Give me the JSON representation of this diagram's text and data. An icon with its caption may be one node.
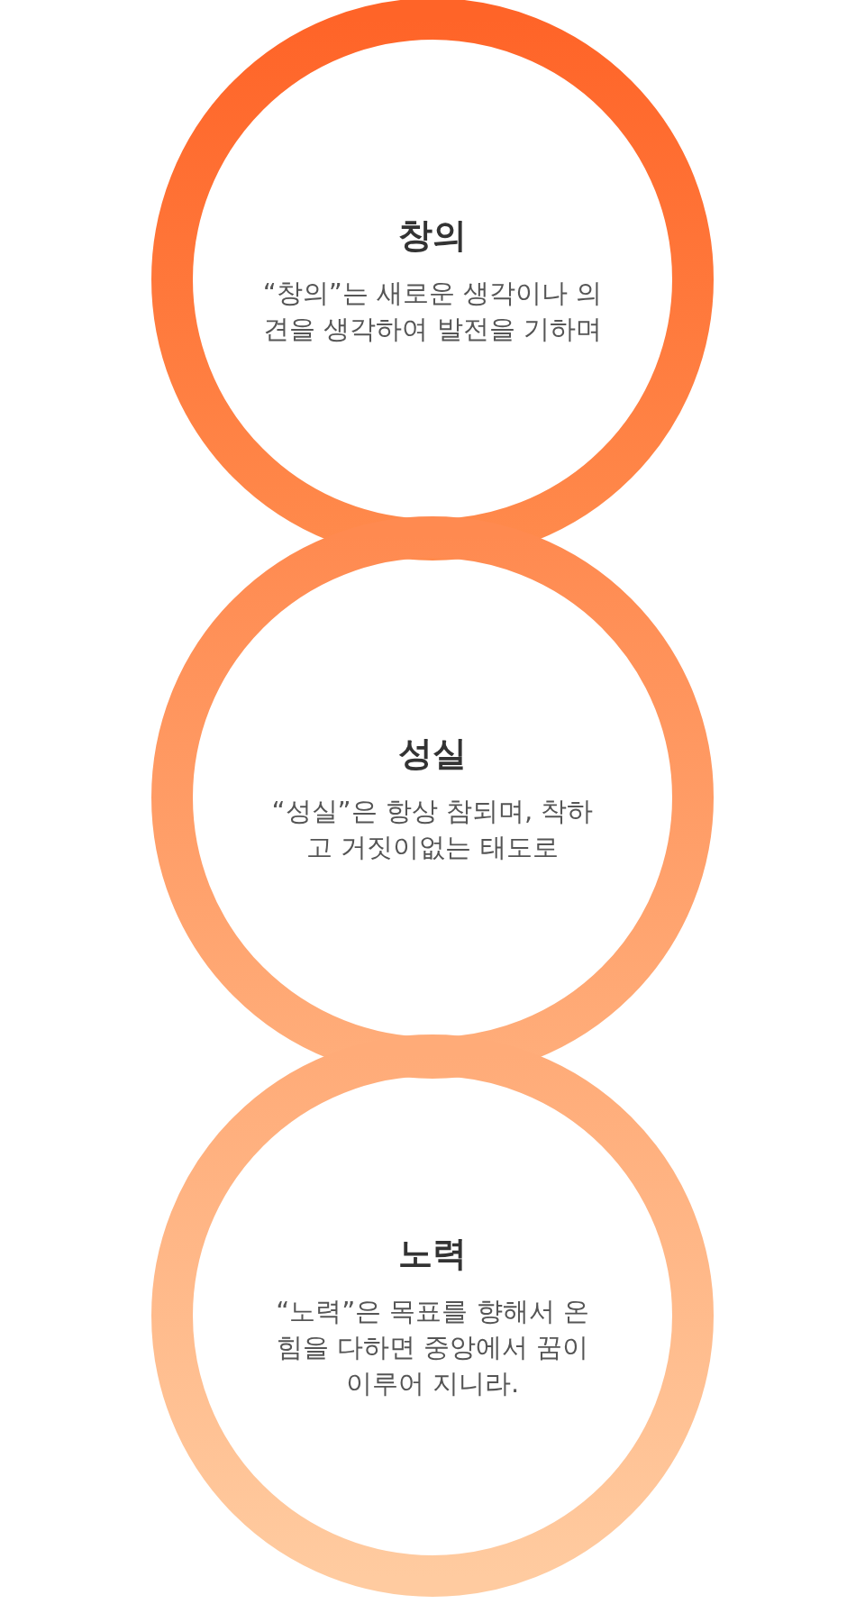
{
  "diagram": {
    "nodes": [
      {
        "text": [
          "창의",
          "“창의”는 새로운 생각이나 의견을 생각하여 발전을 기하며"
        ]
      },
      {
        "text": [
          "성실",
          "“성실”은 항상 참되며, 착하고 거짓이없는 태도로"
        ]
      },
      {
        "text": [
          "노력",
          "“노력”은 목표를 향해서 온 힘을 다하면 중앙에서 꿈이 이루어 지니라."
        ]
      }
    ]
  }
}
